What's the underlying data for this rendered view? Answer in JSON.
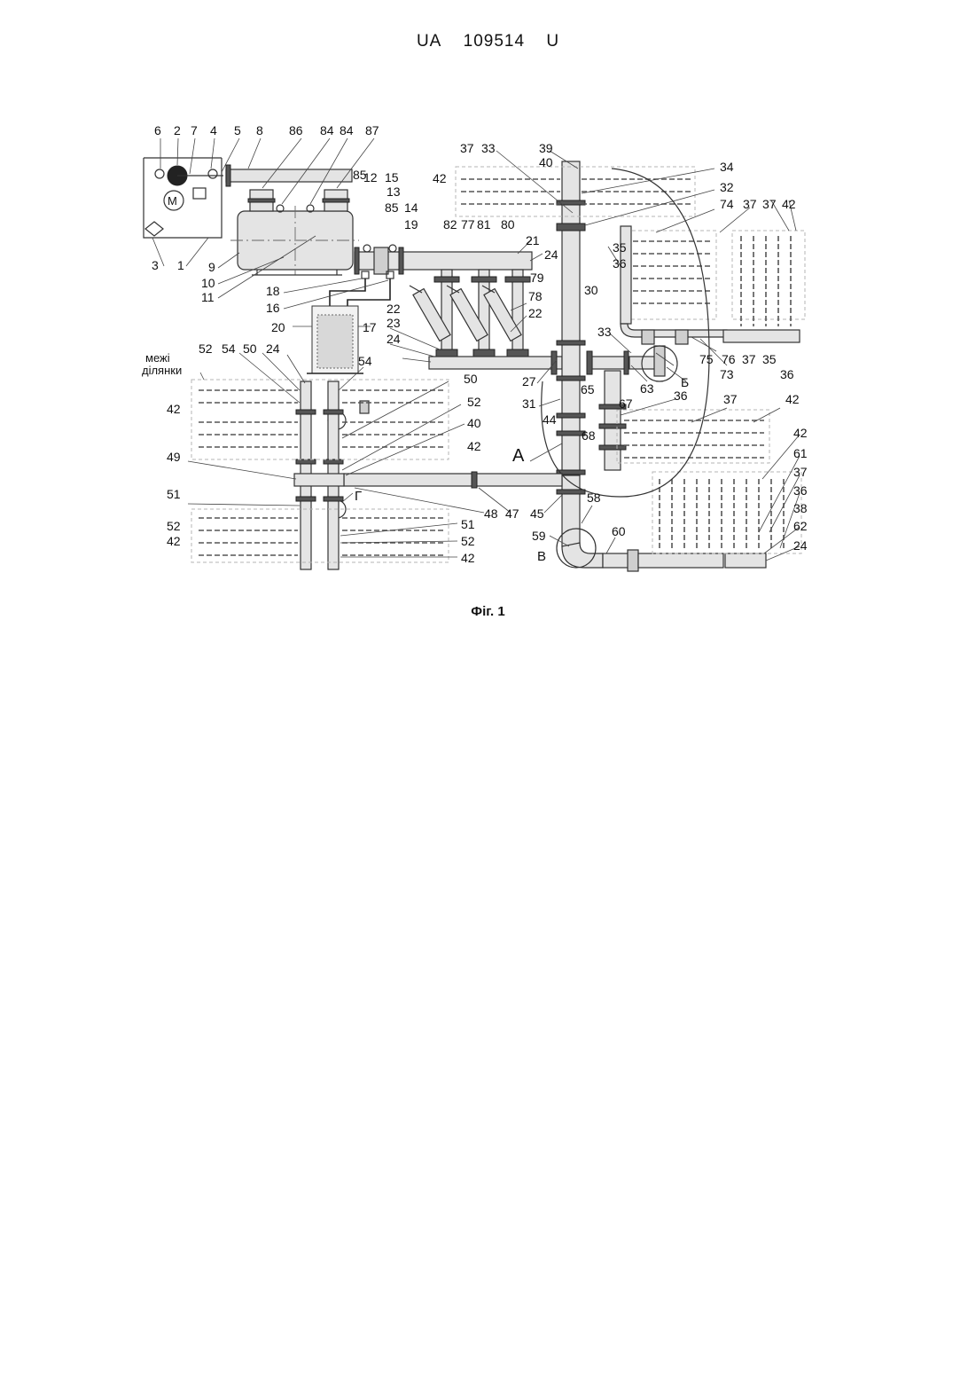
{
  "header": {
    "country": "UA",
    "number": "109514",
    "kind": "U"
  },
  "caption": "Фіг. 1",
  "boundary_label_line1": "межі",
  "boundary_label_line2": "ділянки",
  "detail_markers": [
    "А",
    "Б",
    "В",
    "Г"
  ],
  "motor_symbol": "M",
  "labels": {
    "l6": "6",
    "l2": "2",
    "l7": "7",
    "l4": "4",
    "l5": "5",
    "l8": "8",
    "l86": "86",
    "l84a": "84",
    "l84b": "84",
    "l87": "87",
    "l3": "3",
    "l1": "1",
    "l9": "9",
    "l10": "10",
    "l11": "11",
    "l85a": "85",
    "l12": "12",
    "l15": "15",
    "l13": "13",
    "l85b": "85",
    "l14": "14",
    "l19": "19",
    "l82": "82",
    "l77": "77",
    "l81": "81",
    "l80": "80",
    "l21": "21",
    "l24a": "24",
    "l79": "79",
    "l78": "78",
    "l22a": "22",
    "l22b": "22",
    "l18": "18",
    "l16": "16",
    "l20": "20",
    "l17": "17",
    "l23": "23",
    "l24b": "24",
    "l37a": "37",
    "l33a": "33",
    "l39": "39",
    "l40a": "40",
    "l42a": "42",
    "l34": "34",
    "l32": "32",
    "l74": "74",
    "l37b": "37",
    "l37c": "37",
    "l42b": "42",
    "l35a": "35",
    "l36a": "36",
    "l30": "30",
    "l33b": "33",
    "l75": "75",
    "l76": "76",
    "l37d": "37",
    "l35b": "35",
    "l36b": "36",
    "l73": "73",
    "l27": "27",
    "l63": "63",
    "l65": "65",
    "l31": "31",
    "l67": "67",
    "l36c": "36",
    "l37e": "37",
    "l42c": "42",
    "l44": "44",
    "l68": "68",
    "l42d": "42",
    "l61": "61",
    "l37f": "37",
    "l36d": "36",
    "l38": "38",
    "l62": "62",
    "l24c": "24",
    "l58": "58",
    "l59": "59",
    "l60": "60",
    "l52a": "52",
    "l54a": "54",
    "l50a": "50",
    "l24d": "24",
    "l54b": "54",
    "l42e": "42",
    "l50b": "50",
    "l52b": "52",
    "l40b": "40",
    "l42f": "42",
    "l49": "49",
    "l51a": "51",
    "l52c": "52",
    "l42g": "42",
    "l51b": "51",
    "l52d": "52",
    "l42h": "42",
    "l48": "48",
    "l47": "47",
    "l45": "45"
  }
}
